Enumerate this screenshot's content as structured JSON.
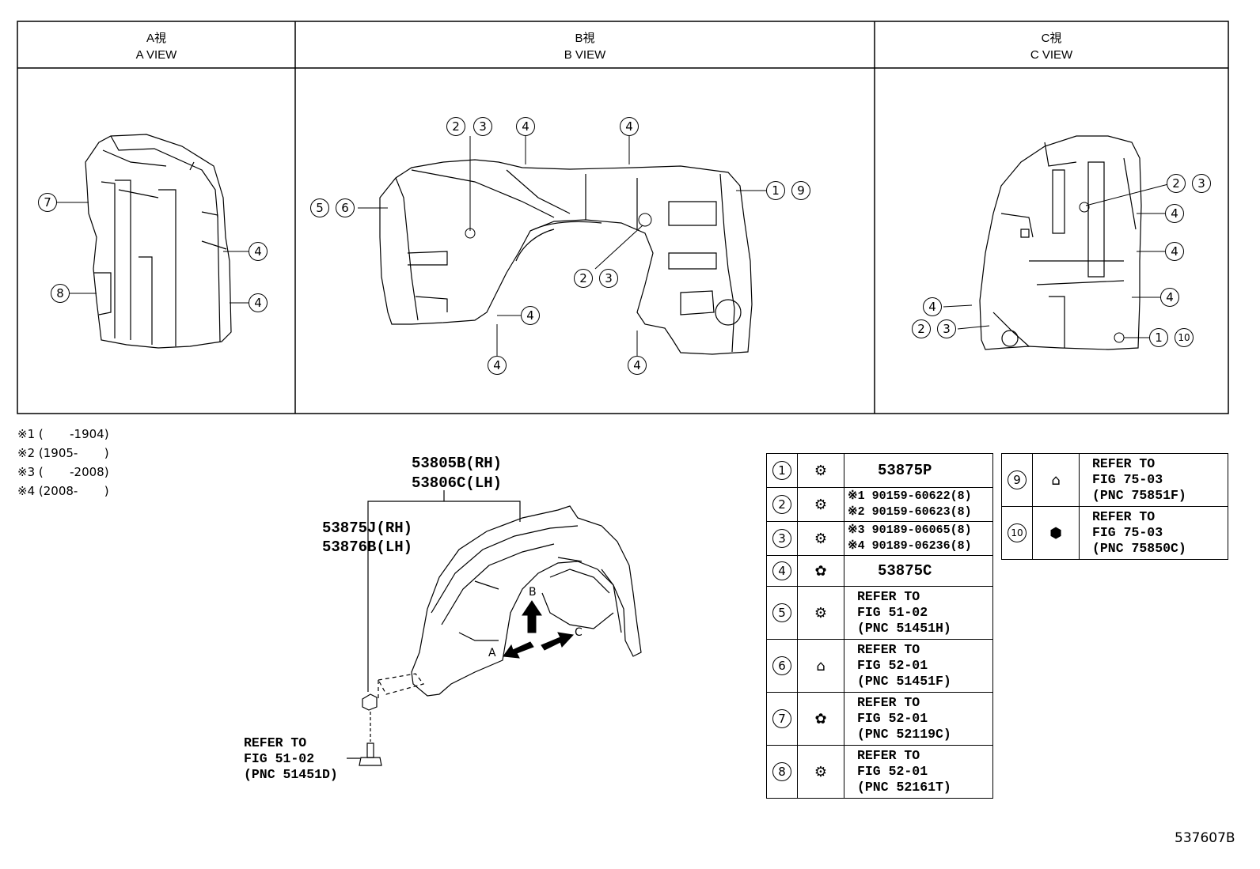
{
  "views": [
    {
      "jp": "A視",
      "en": "A VIEW"
    },
    {
      "jp": "B視",
      "en": "B VIEW"
    },
    {
      "jp": "C視",
      "en": "C VIEW"
    }
  ],
  "callouts": {
    "a": [
      "7",
      "8",
      "4",
      "4"
    ],
    "b": [
      "2",
      "3",
      "4",
      "4",
      "5",
      "6",
      "1",
      "9",
      "2",
      "3",
      "4",
      "4",
      "4"
    ],
    "c": [
      "2",
      "3",
      "4",
      "4",
      "4",
      "4",
      "2",
      "3",
      "1",
      "10"
    ]
  },
  "notes": [
    "※1 (       -1904)",
    "※2 (1905-       )",
    "※3 (       -2008)",
    "※4 (2008-       )"
  ],
  "main_part": {
    "pn1": "53805B(RH)",
    "pn2": "53806C(LH)",
    "pn3": "53875J(RH)",
    "pn4": "53876B(LH)",
    "arrow_a": "A",
    "arrow_b": "B",
    "arrow_c": "C",
    "bolt_ref": [
      "REFER TO",
      "FIG 51-02",
      "(PNC 51451D)"
    ]
  },
  "legend_left": [
    {
      "idx": "1",
      "lines": [
        "53875P"
      ],
      "type": "pn"
    },
    {
      "idx": "2",
      "lines": [
        "※1 90159-60622(8)",
        "※2 90159-60623(8)"
      ],
      "type": "ref"
    },
    {
      "idx": "3",
      "lines": [
        "※3 90189-06065(8)",
        "※4 90189-06236(8)"
      ],
      "type": "ref"
    },
    {
      "idx": "4",
      "lines": [
        "53875C"
      ],
      "type": "pn"
    },
    {
      "idx": "5",
      "lines": [
        "REFER TO",
        "FIG 51-02",
        "(PNC 51451H)"
      ],
      "type": "ref"
    },
    {
      "idx": "6",
      "lines": [
        "REFER TO",
        "FIG 52-01",
        "(PNC 51451F)"
      ],
      "type": "ref"
    },
    {
      "idx": "7",
      "lines": [
        "REFER TO",
        "FIG 52-01",
        "(PNC 52119C)"
      ],
      "type": "ref"
    },
    {
      "idx": "8",
      "lines": [
        "REFER TO",
        "FIG 52-01",
        "(PNC 52161T)"
      ],
      "type": "ref"
    }
  ],
  "legend_right": [
    {
      "idx": "9",
      "lines": [
        "REFER TO",
        "FIG 75-03",
        "(PNC 75851F)"
      ]
    },
    {
      "idx": "10",
      "lines": [
        "REFER TO",
        "FIG 75-03",
        "(PNC 75850C)"
      ]
    }
  ],
  "figure_id": "537607B"
}
